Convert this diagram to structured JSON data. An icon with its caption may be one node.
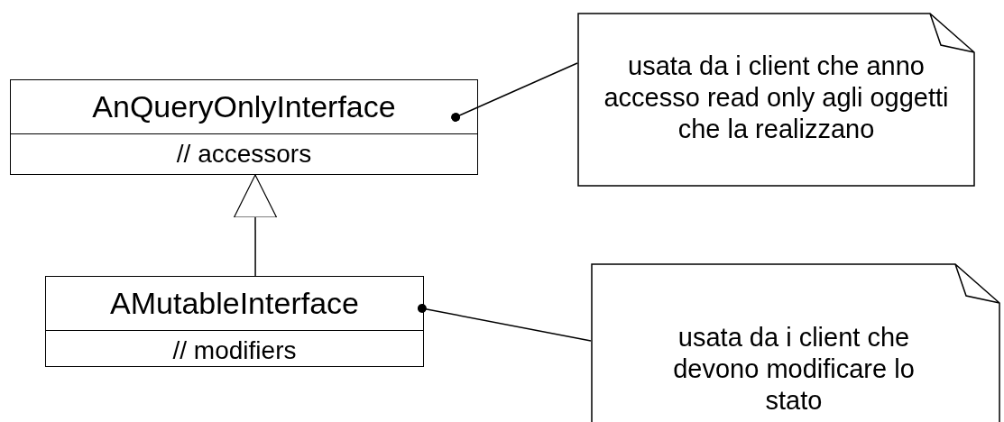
{
  "diagram": {
    "nodes": [
      {
        "text": [
          "AnQueryOnlyInterface",
          "// accessors"
        ]
      },
      {
        "text": [
          "usata da i client che anno accesso read only agli oggetti che la realizzano"
        ]
      },
      {
        "text": [
          "AMutableInterface",
          "// modifiers"
        ]
      },
      {
        "text": [
          "usata da i client che devono modificare lo stato"
        ]
      }
    ],
    "edges": [
      {
        "from": 2,
        "to": 0,
        "arrow": "to"
      },
      {
        "from": 0,
        "to": 1,
        "arrow": "other"
      },
      {
        "from": 2,
        "to": 3,
        "arrow": "other"
      }
    ]
  }
}
